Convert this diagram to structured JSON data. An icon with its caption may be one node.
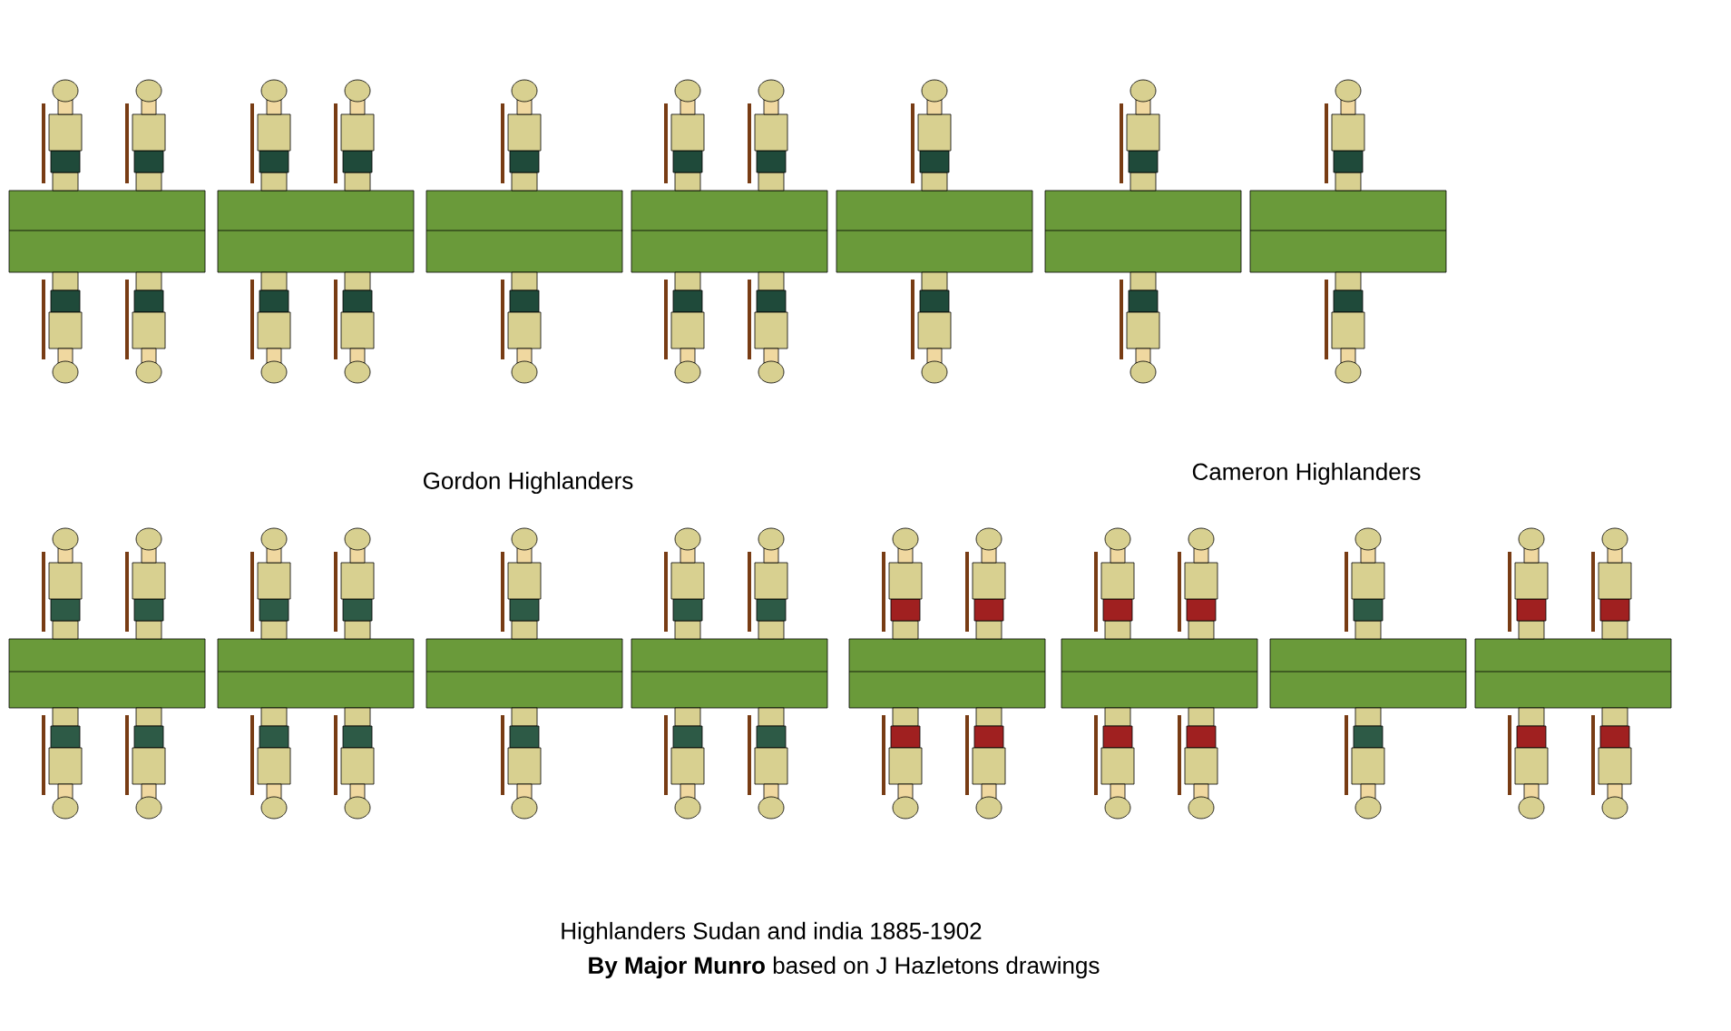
{
  "diagram": {
    "labels": [
      "Gordon Highlanders",
      "Cameron Highlanders",
      "Highlanders  Sudan and india 1885-1902",
      "**By Major Munro**   based on J Hazletons   drawings"
    ]
  }
}
